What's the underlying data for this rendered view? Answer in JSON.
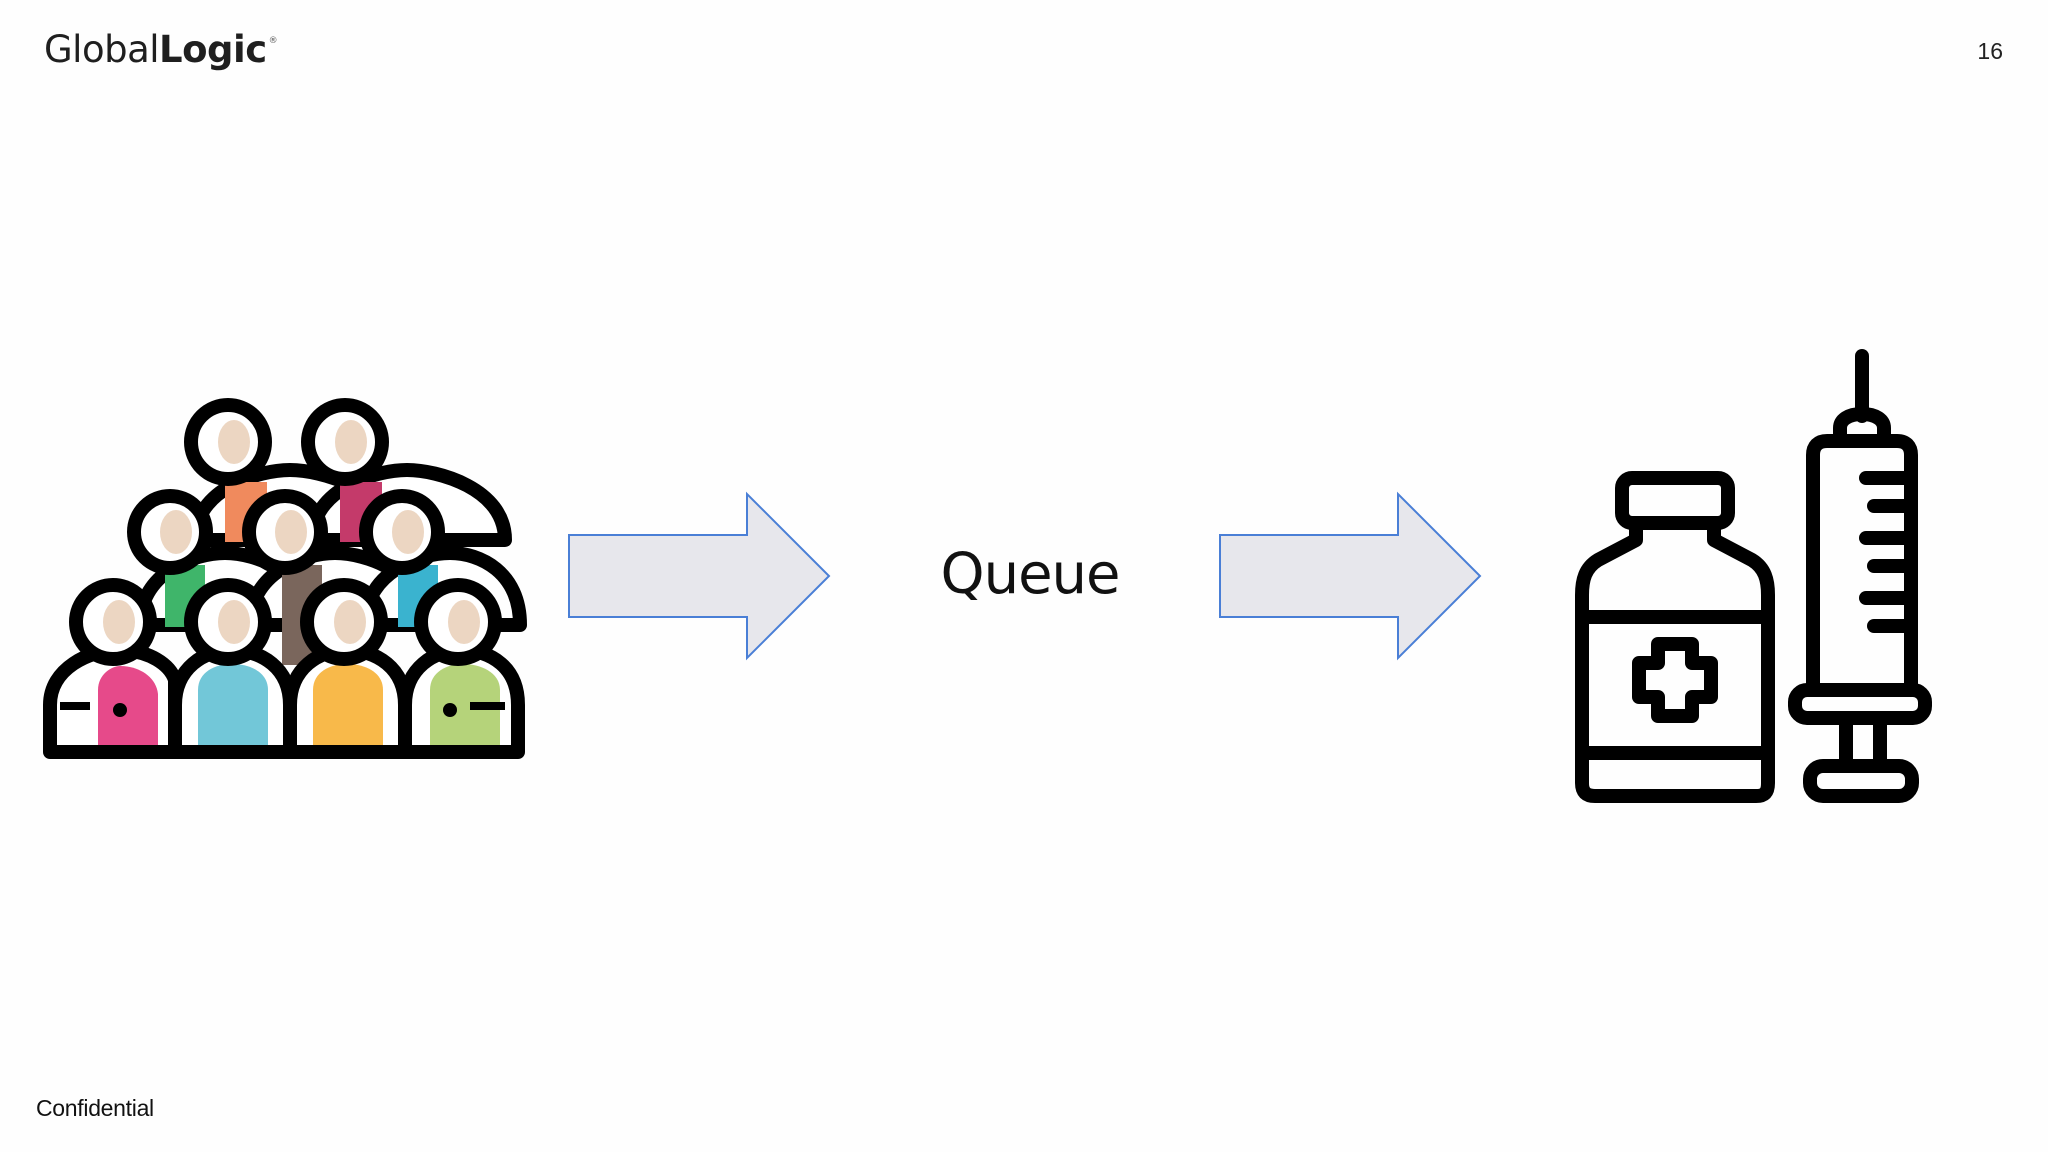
{
  "header": {
    "logo_light": "Global",
    "logo_bold": "Logic",
    "page_number": "16"
  },
  "diagram": {
    "middle_label": "Queue",
    "nodes": [
      {
        "icon": "crowd-icon"
      },
      {
        "icon": "right-arrow-icon"
      },
      {
        "icon": "right-arrow-icon"
      },
      {
        "icon": "medicine-syringe-icon"
      }
    ],
    "colors": {
      "arrow_fill": "#e7e7ec",
      "arrow_stroke": "#4a7fd6",
      "outline": "#000000",
      "skin": "#ecd6c2",
      "person_colors": [
        "#e64a8a",
        "#72c7d8",
        "#f8b94a",
        "#b5d37a",
        "#3fb56a",
        "#f08a5d",
        "#c43a6a",
        "#7a665c",
        "#3ab3cf"
      ]
    }
  },
  "footer": {
    "label": "Confidential"
  }
}
